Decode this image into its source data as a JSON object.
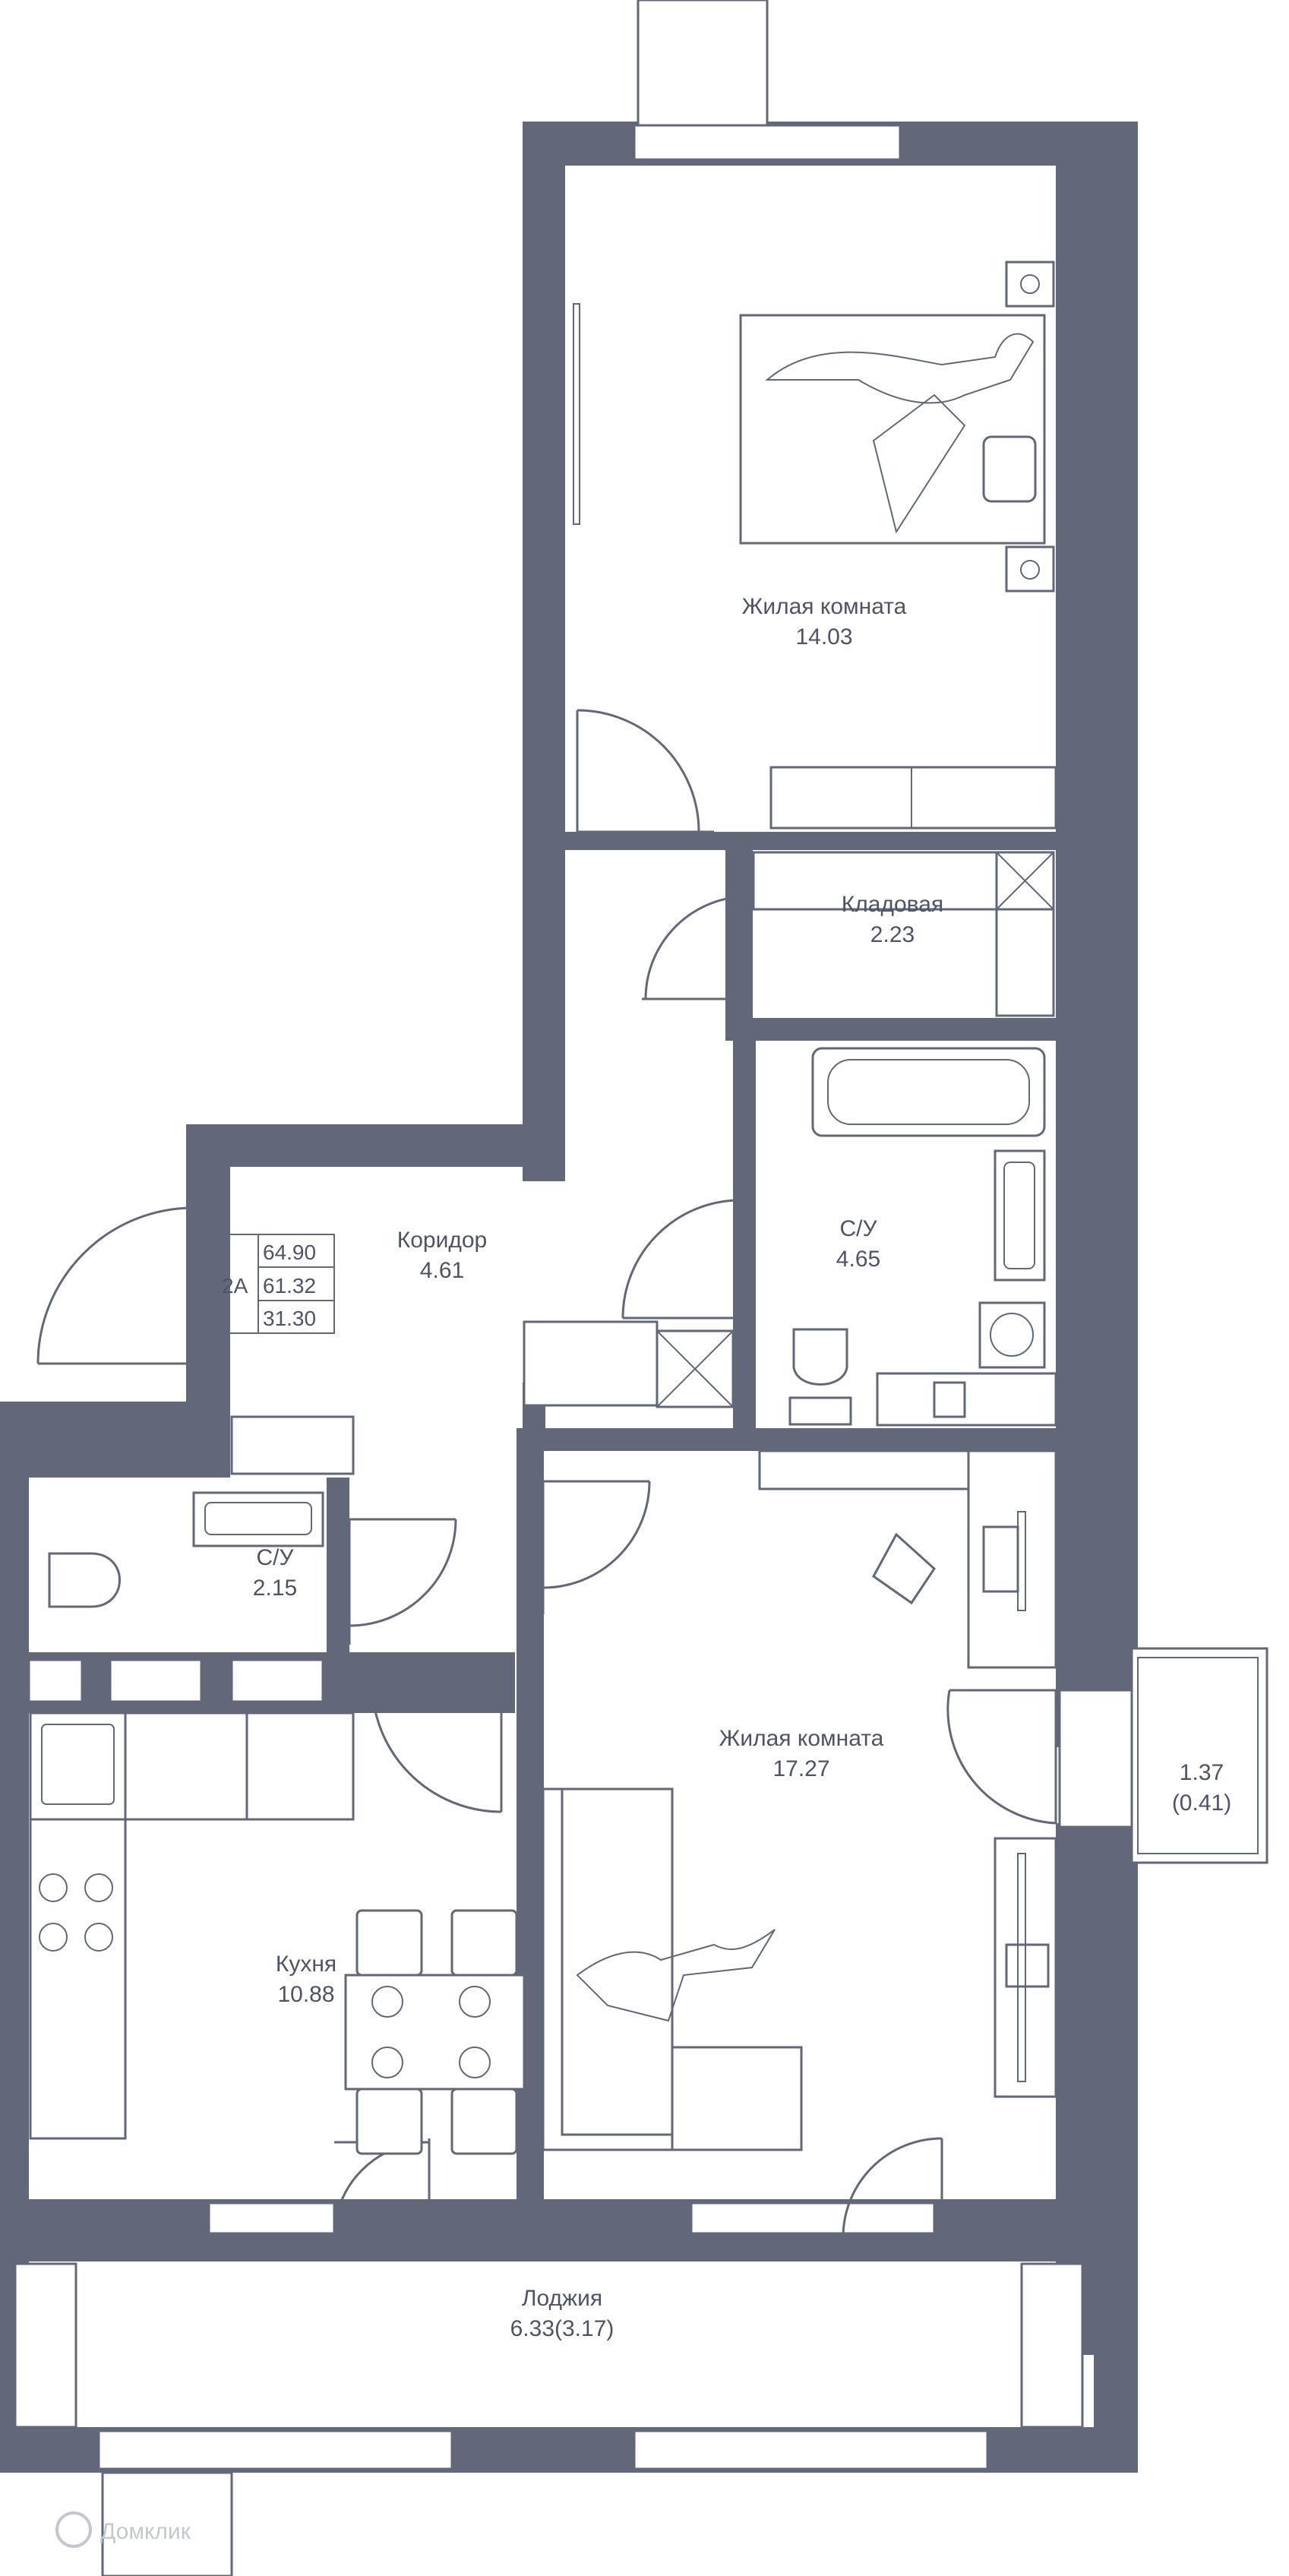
{
  "apartment": {
    "type": "2A",
    "areas": [
      "64.90",
      "61.32",
      "31.30"
    ]
  },
  "rooms": [
    {
      "id": "living-room-1",
      "name": "Жилая комната",
      "area": "14.03"
    },
    {
      "id": "storage",
      "name": "Кладовая",
      "area": "2.23"
    },
    {
      "id": "corridor",
      "name": "Коридор",
      "area": "4.61"
    },
    {
      "id": "bathroom-large",
      "name": "С/У",
      "area": "4.65"
    },
    {
      "id": "bathroom-small",
      "name": "С/У",
      "area": "2.15"
    },
    {
      "id": "living-room-2",
      "name": "Жилая комната",
      "area": "17.27"
    },
    {
      "id": "kitchen",
      "name": "Кухня",
      "area": "10.88"
    },
    {
      "id": "loggia",
      "name": "Лоджия",
      "area": "6.33(3.17)"
    },
    {
      "id": "balcony",
      "name": "",
      "area": "1.37",
      "area_reduced": "(0.41)"
    }
  ],
  "watermark": "Домклик",
  "colors": {
    "wall": "#626779",
    "text": "#4f5366"
  }
}
